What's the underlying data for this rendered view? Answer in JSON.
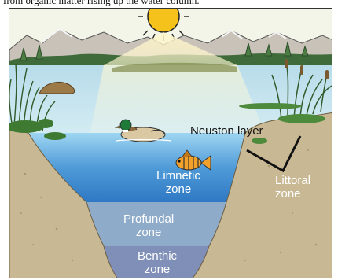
{
  "caption": "from organic matter rising up the water column.",
  "labels": {
    "neuston": "Neuston layer",
    "limnetic_line1": "Limnetic",
    "limnetic_line2": "zone",
    "profundal_line1": "Profundal",
    "profundal_line2": "zone",
    "benthic_line1": "Benthic",
    "benthic_line2": "zone",
    "littoral_line1": "Littoral",
    "littoral_line2": "zone"
  },
  "colors": {
    "sky": "#f2f5e8",
    "mountains": "#c9c2b8",
    "lake_surface": "#bfe3f0",
    "limnetic_water": "#4f9bd8",
    "profundal_water": "#8aa6c8",
    "benthic_water": "#7f8fb8",
    "soil": "#c8b894",
    "sun": "#f4c21a"
  }
}
